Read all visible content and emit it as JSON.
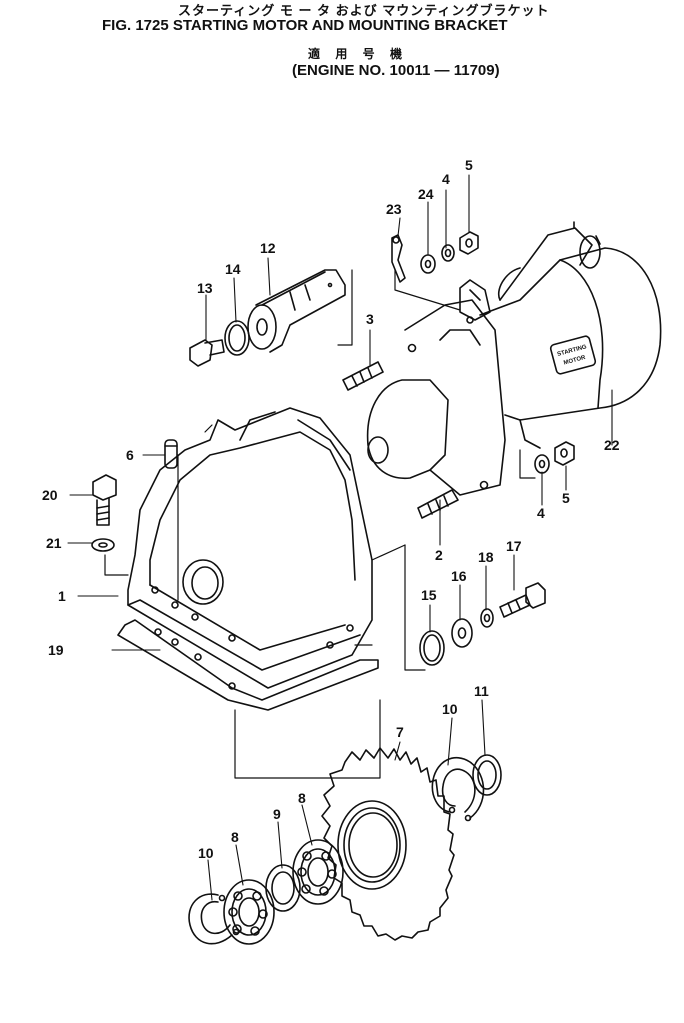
{
  "header": {
    "japanese_title": "スターティング モ ー タ および マウンティングブラケット",
    "figure_title": "FIG. 1725  STARTING MOTOR AND MOUNTING BRACKET",
    "japanese_subtitle": "適 用 号 機",
    "engine_range": "(ENGINE NO. 10011 — 11709)"
  },
  "motor_label": [
    "STARTING",
    "MOTOR"
  ],
  "callouts": [
    "1",
    "2",
    "3",
    "4",
    "4",
    "5",
    "5",
    "6",
    "7",
    "8",
    "8",
    "9",
    "10",
    "10",
    "11",
    "12",
    "13",
    "14",
    "15",
    "16",
    "17",
    "18",
    "19",
    "20",
    "21",
    "22",
    "23",
    "24"
  ]
}
